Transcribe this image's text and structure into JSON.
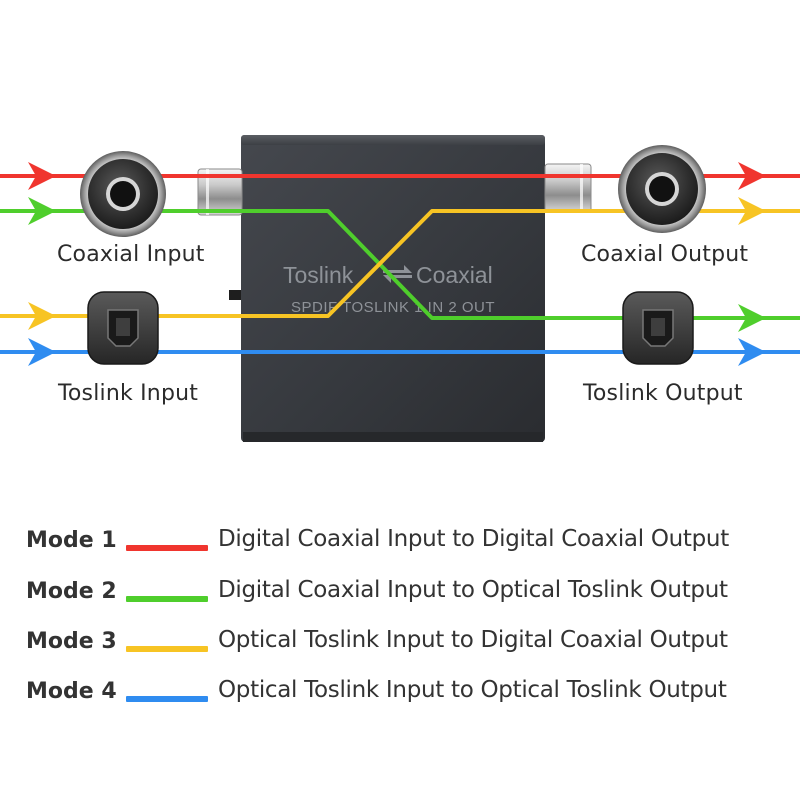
{
  "device": {
    "title_left": "Toslink",
    "title_right": "Coaxial",
    "subtitle": "SPDIF TOSLINK 1 IN 2 OUT"
  },
  "ports": {
    "coaxial_input": "Coaxial Input",
    "coaxial_output": "Coaxial Output",
    "toslink_input": "Toslink Input",
    "toslink_output": "Toslink Output"
  },
  "colors": {
    "red": "#f0352e",
    "green": "#4fce2c",
    "yellow": "#f7c424",
    "blue": "#2f8cf0",
    "device_body": "#3a3d42"
  },
  "modes": [
    {
      "label": "Mode 1",
      "color": "#f0352e",
      "description": "Digital Coaxial Input to Digital Coaxial Output"
    },
    {
      "label": "Mode 2",
      "color": "#4fce2c",
      "description": "Digital Coaxial Input to Optical Toslink Output"
    },
    {
      "label": "Mode 3",
      "color": "#f7c424",
      "description": "Optical Toslink Input to Digital Coaxial Output"
    },
    {
      "label": "Mode 4",
      "color": "#2f8cf0",
      "description": "Optical Toslink Input to Optical Toslink Output"
    }
  ]
}
